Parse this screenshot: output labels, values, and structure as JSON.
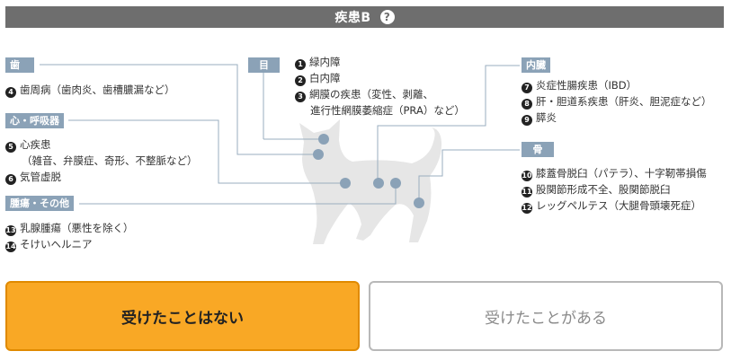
{
  "header": {
    "title": "疾患B",
    "help_label": "?"
  },
  "tags": {
    "teeth": "歯",
    "eye": "目",
    "organs": "内臓",
    "heart": "心・呼吸器",
    "bone": "骨",
    "tumor": "腫瘍・その他"
  },
  "items": {
    "i1": {
      "num": "1",
      "text": "緑内障"
    },
    "i2": {
      "num": "2",
      "text": "白内障"
    },
    "i3": {
      "num": "3",
      "text": "網膜の疾患（変性、剥離、",
      "text2": "進行性網膜萎縮症（PRA）など）"
    },
    "i4": {
      "num": "4",
      "text": "歯周病（歯肉炎、歯槽膿漏など）"
    },
    "i5": {
      "num": "5",
      "text": "心疾患",
      "text2": "（雑音、弁膜症、奇形、不整脈など）"
    },
    "i6": {
      "num": "6",
      "text": "気管虚脱"
    },
    "i7": {
      "num": "7",
      "text": "炎症性腸疾患（IBD）"
    },
    "i8": {
      "num": "8",
      "text": "肝・胆道系疾患（肝炎、胆泥症など）"
    },
    "i9": {
      "num": "9",
      "text": "膵炎"
    },
    "i10": {
      "num": "10",
      "text": "膝蓋骨脱臼（パテラ）、十字靭帯損傷"
    },
    "i11": {
      "num": "11",
      "text": "股関節形成不全、股関節脱臼"
    },
    "i12": {
      "num": "12",
      "text": "レッグペルテス（大腿骨頭壊死症）"
    },
    "i13": {
      "num": "13",
      "text": "乳腺腫瘍（悪性を除く）"
    },
    "i14": {
      "num": "14",
      "text": "そけいヘルニア"
    }
  },
  "buttons": {
    "never": "受けたことはない",
    "had": "受けたことがある"
  },
  "colors": {
    "header_bg": "#6e6e6e",
    "tag_bg": "#8ba2b7",
    "line": "#9aaebf",
    "dot": "#8ba2b7",
    "cat": "#e6e6e6",
    "primary": "#f9a825",
    "primary_border": "#e08a00"
  }
}
